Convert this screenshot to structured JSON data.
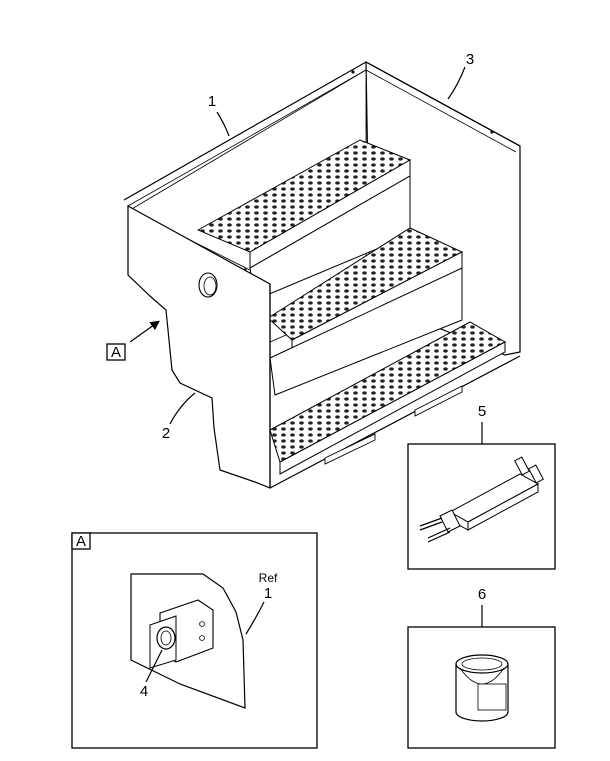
{
  "callouts": {
    "item1": "1",
    "item2": "2",
    "item3": "3",
    "item4": "4",
    "item5": "5",
    "item6": "6",
    "view_ref": "A",
    "detail_view": "A",
    "ref_text": "Ref",
    "ref_item": "1"
  }
}
